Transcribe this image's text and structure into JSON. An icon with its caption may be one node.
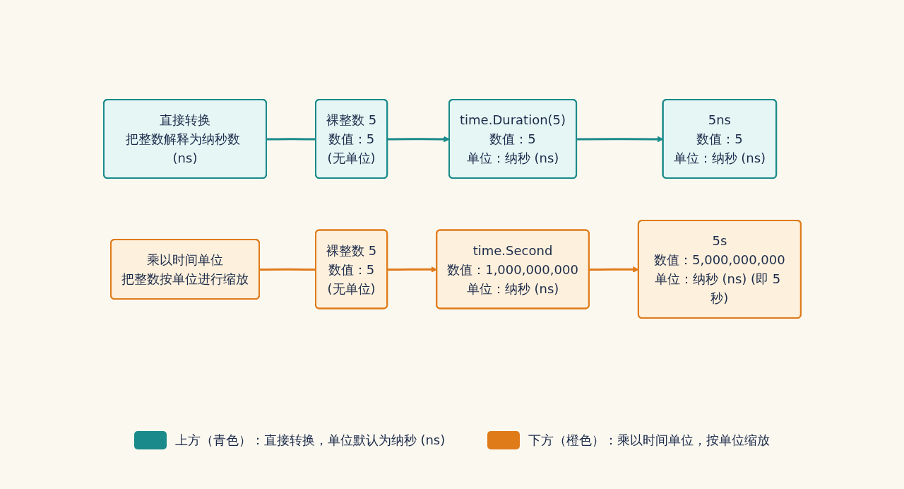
{
  "diagram": {
    "nodes": [
      {
        "text": [
          "直接转换",
          "把整数解释为纳秒数 (ns)"
        ]
      },
      {
        "text": [
          "裸整数 5",
          "数值：5",
          "(无单位)"
        ]
      },
      {
        "text": [
          "time.Duration(5)",
          "数值：5",
          "单位：纳秒 (ns)"
        ]
      },
      {
        "text": [
          "5ns",
          "数值：5",
          "单位：纳秒 (ns)"
        ]
      },
      {
        "text": [
          "乘以时间单位",
          "把整数按单位进行缩放"
        ]
      },
      {
        "text": [
          "裸整数 5",
          "数值：5",
          "(无单位)"
        ]
      },
      {
        "text": [
          "time.Second",
          "数值：1,000,000,000",
          "单位：纳秒 (ns)"
        ]
      },
      {
        "text": [
          "5s",
          "数值：5,000,000,000",
          "单位：纳秒 (ns) (即 5 秒)"
        ]
      }
    ],
    "edges": [
      {
        "from": 0,
        "to": 1,
        "arrow": "none",
        "color": "#1a8a8a"
      },
      {
        "from": 1,
        "to": 2,
        "arrow": "to",
        "color": "#1a8a8a"
      },
      {
        "from": 2,
        "to": 3,
        "arrow": "to",
        "color": "#1a8a8a"
      },
      {
        "from": 4,
        "to": 5,
        "arrow": "none",
        "color": "#e07b1a"
      },
      {
        "from": 5,
        "to": 6,
        "arrow": "to",
        "color": "#e07b1a"
      },
      {
        "from": 6,
        "to": 7,
        "arrow": "to",
        "color": "#e07b1a"
      }
    ],
    "legend": [
      {
        "text": "上方（青色）：直接转换，单位默认为纳秒 (ns)",
        "color": "#1a8a8a"
      },
      {
        "text": "下方（橙色）：乘以时间单位，按单位缩放",
        "color": "#e07b1a"
      }
    ]
  }
}
